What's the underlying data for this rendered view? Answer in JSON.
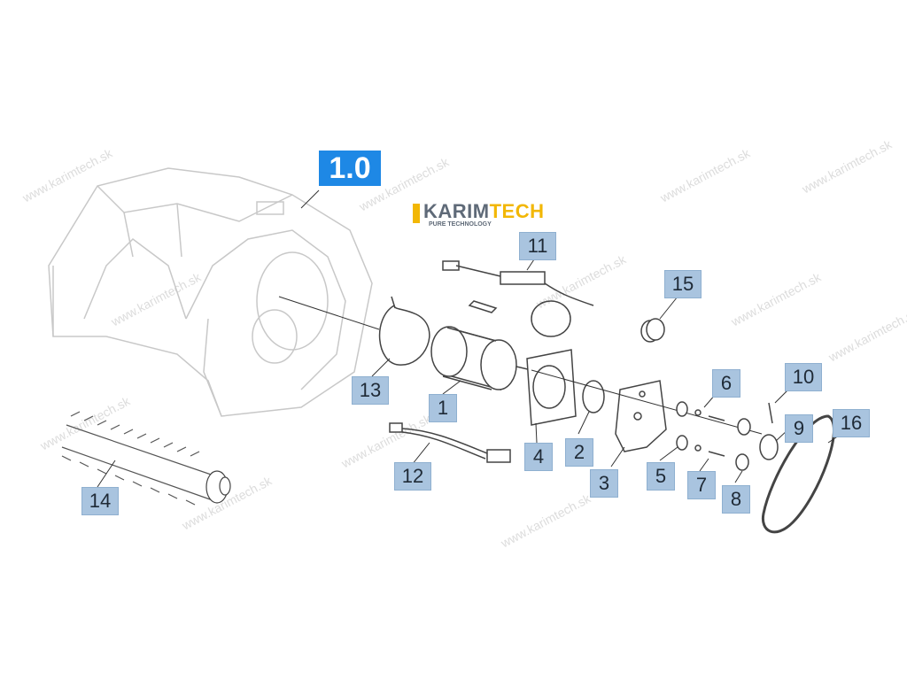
{
  "title_badge": "1.0",
  "brand": {
    "name_part1": "KARIM",
    "name_part2": "TECH",
    "tagline": "PURE TECHNOLOGY"
  },
  "watermark_text": "www.karimtech.sk",
  "callouts": {
    "c1": "1",
    "c2": "2",
    "c3": "3",
    "c4": "4",
    "c5": "5",
    "c6": "6",
    "c7": "7",
    "c8": "8",
    "c9": "9",
    "c10": "10",
    "c11": "11",
    "c12": "12",
    "c13": "13",
    "c14": "14",
    "c15": "15",
    "c16": "16"
  },
  "colors": {
    "callout_bg": "#a9c4df",
    "badge_bg": "#1e88e5",
    "brand_accent": "#f2b705",
    "line": "#333333"
  }
}
